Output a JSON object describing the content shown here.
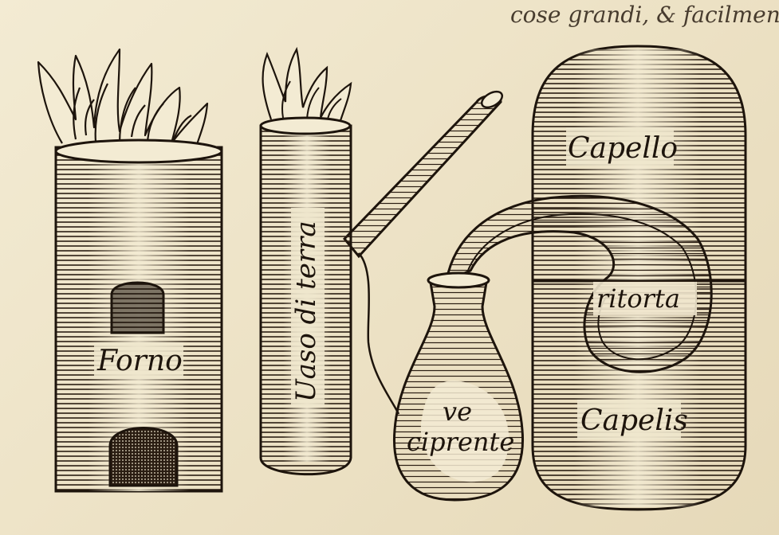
{
  "header": {
    "running_text": "cose grandi, & facilmente, ma sia sufficiente"
  },
  "labels": {
    "furnace": "Forno",
    "vessel": "Uaso di terra",
    "receiver_line1": "ve",
    "receiver_line2": "ciprente",
    "hood_top": "Capello",
    "retort": "ritorta",
    "hood_bottom": "Capelis"
  },
  "colors": {
    "ink": "#1d140c",
    "paper": "#efe6cd"
  }
}
